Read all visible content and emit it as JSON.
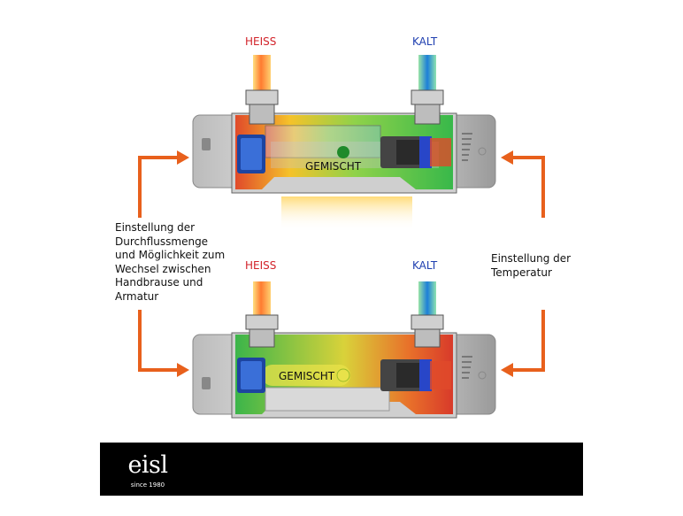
{
  "labels": {
    "top": {
      "hot": "HEISS",
      "cold": "KALT",
      "mixed": "GEMISCHT"
    },
    "bottom": {
      "hot": "HEISS",
      "cold": "KALT",
      "mixed": "GEMISCHT"
    }
  },
  "left_description": [
    "Einstellung der",
    "Durchflussmenge",
    "und Möglichkeit zum",
    "Wechsel zwischen",
    "Handbrause und",
    "Armatur"
  ],
  "right_description": [
    "Einstellung der",
    "Temperatur"
  ],
  "brand": {
    "name": "eisl",
    "tagline": "since 1980"
  },
  "colors": {
    "hot": "#d2232a",
    "cold": "#1f3fb0",
    "arrow": "#e8601c",
    "footer": "#000000"
  }
}
